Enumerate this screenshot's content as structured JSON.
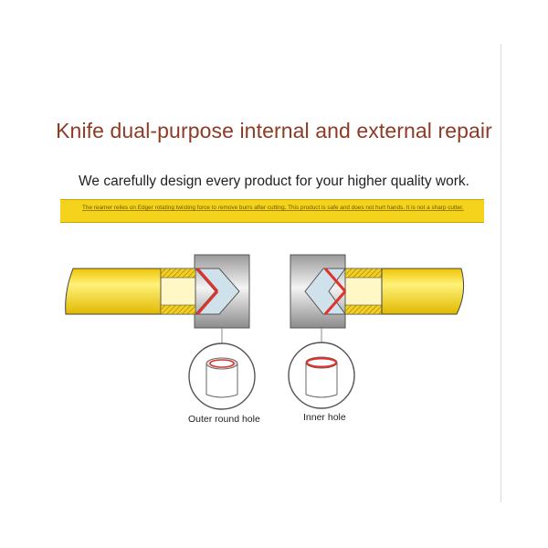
{
  "title": "Knife dual-purpose internal and external repair",
  "subtitle": "We carefully design every product for your higher quality work.",
  "banner": {
    "text": "The reamer relies on Edger rotating twisting force to remove burrs after cutting. This product is safe and does not hurt hands. It is not a sharp cutter."
  },
  "captions": {
    "outer": "Outer round hole",
    "inner": "Inner hole"
  },
  "colors": {
    "title": "#8f3a25",
    "pipe_yellow": "#f5d31c",
    "burr_red": "#e0312b",
    "tool_gray": "#c8c8c8"
  },
  "icons": [
    "pipe-icon",
    "reamer-tool-icon",
    "outer-hole-icon",
    "inner-hole-icon"
  ]
}
